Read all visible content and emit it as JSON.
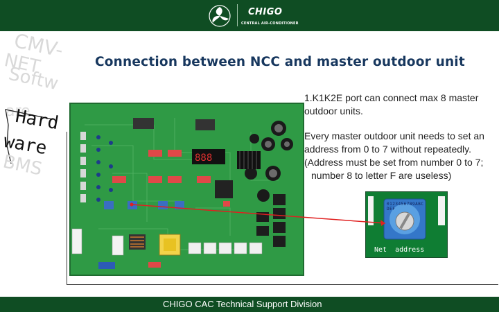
{
  "header": {
    "brand_name": "CHIGO",
    "tagline": "CENTRAL AIR-CONDITIONER"
  },
  "watermark": {
    "line1": "CMV-",
    "line2": "NET",
    "line3": "Softw",
    "line4": "are",
    "hardware1": "Hard",
    "hardware2": "ware",
    "line6": "BMS"
  },
  "title": "Connection between NCC and master outdoor unit",
  "paragraphs": {
    "p1": "1.K1K2E port can connect max 8 master outdoor units.",
    "p2_line1": "Every master outdoor unit needs to set an address from 0 to 7  without repeatedly.",
    "p2_line2": "(Address must be set from number 0 to 7;",
    "p2_line3": "number 8 to letter F are useless)"
  },
  "zoom": {
    "dial_digits": "0123456789ABCDEF",
    "label": "Net  address"
  },
  "footer": {
    "text": "CHIGO CAC Technical Support Division"
  },
  "colors": {
    "header": "#0f4d23",
    "title": "#17375e",
    "board": "#2f9a45",
    "leader_line": "#e02020"
  }
}
